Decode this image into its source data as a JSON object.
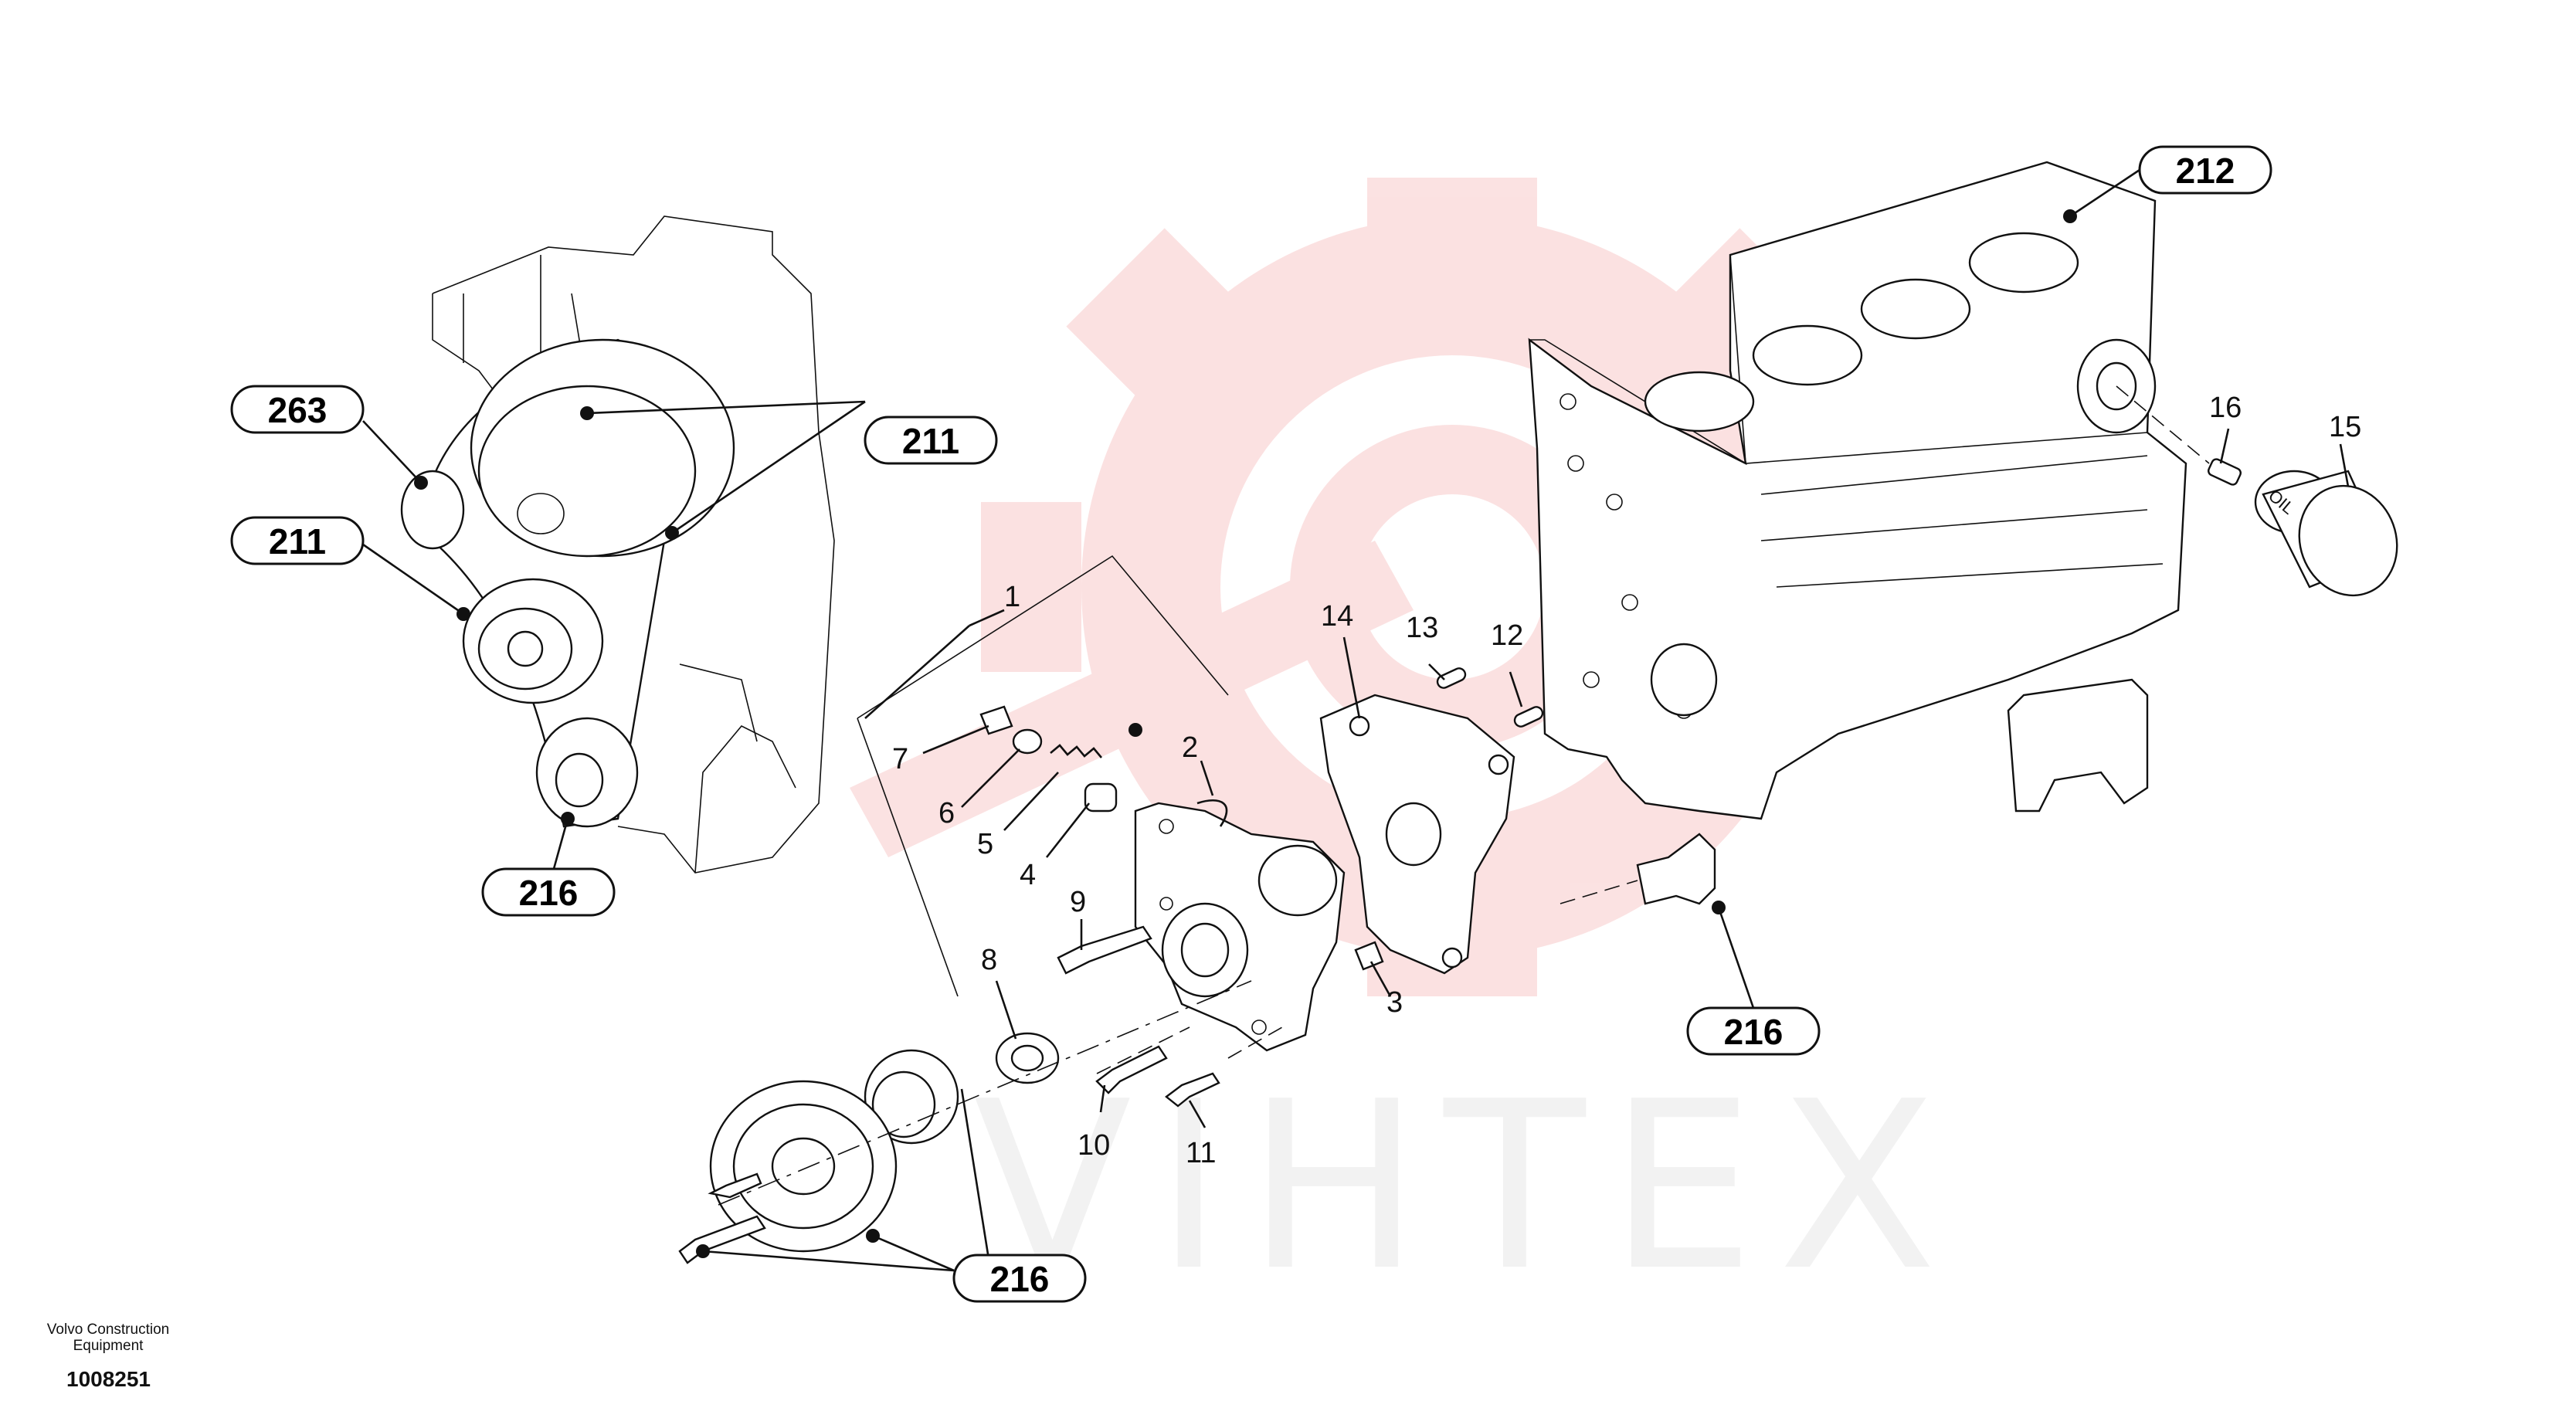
{
  "watermark": {
    "text": "VIHTEX",
    "color": "#e84a4a"
  },
  "callouts": {
    "c212": "212",
    "c211_top": "211",
    "c263": "263",
    "c211_left": "211",
    "c216_left": "216",
    "c216_right": "216",
    "c216_bottom": "216"
  },
  "parts": {
    "p1": "1",
    "p2": "2",
    "p3": "3",
    "p4": "4",
    "p5": "5",
    "p6": "6",
    "p7": "7",
    "p8": "8",
    "p9": "9",
    "p10": "10",
    "p11": "11",
    "p12": "12",
    "p13": "13",
    "p14": "14",
    "p15": "15",
    "p16": "16"
  },
  "oil_filter_label": "OIL",
  "footer": {
    "brand_line1": "Volvo Construction",
    "brand_line2": "Equipment",
    "figure_number": "1008251"
  }
}
